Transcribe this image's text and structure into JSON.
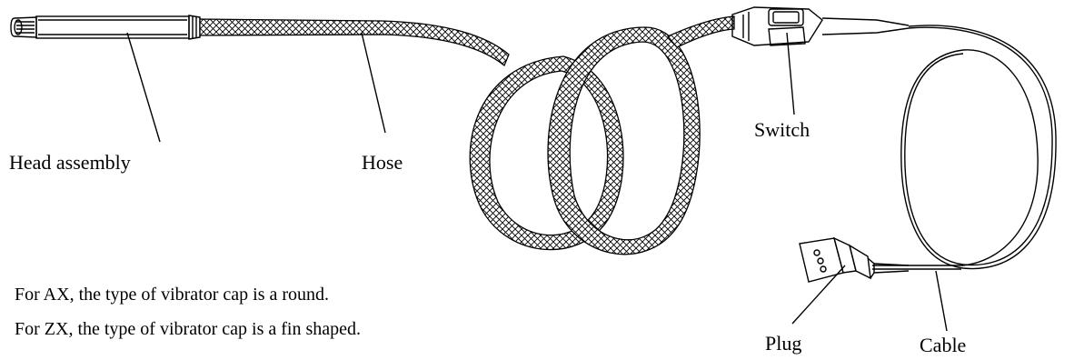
{
  "labels": {
    "head_assembly": "Head assembly",
    "hose": "Hose",
    "switch": "Switch",
    "plug": "Plug",
    "cable": "Cable"
  },
  "notes": [
    "For AX, the type of vibrator cap is a round.",
    "For ZX, the type of vibrator cap is a fin shaped."
  ],
  "colors": {
    "line": "#000000",
    "background": "#ffffff"
  }
}
